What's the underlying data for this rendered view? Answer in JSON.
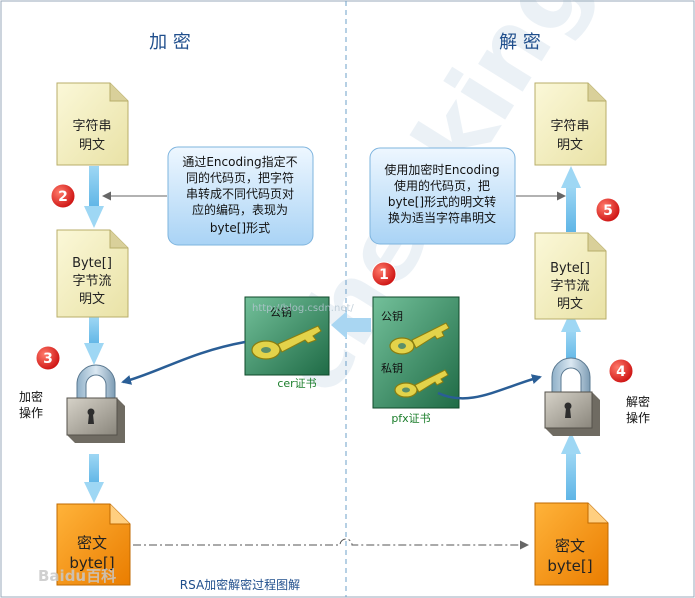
{
  "headings": {
    "encrypt": "加  密",
    "decrypt": "解  密"
  },
  "left_docs": {
    "plaintext": [
      "字符串",
      "明文"
    ],
    "bytes": [
      "Byte[]",
      "字节流",
      "明文"
    ]
  },
  "right_docs": {
    "plaintext": [
      "字符串",
      "明文"
    ],
    "bytes": [
      "Byte[]",
      "字节流",
      "明文"
    ]
  },
  "notes": {
    "encoding_left": [
      "通过Encoding指定不",
      "同的代码页，把字符",
      "串转成不同代码页对",
      "应的编码，表现为",
      "byte[]形式"
    ],
    "encoding_right": [
      "使用加密时Encoding",
      "使用的代码页，把",
      "byte[]形式的明文转",
      "换为适当字符串明文"
    ]
  },
  "steps": [
    "1",
    "2",
    "3",
    "4",
    "5"
  ],
  "certs": {
    "cer": {
      "label": "cer证书",
      "key": "公钥"
    },
    "pfx": {
      "label": "pfx证书",
      "public_key": "公钥",
      "private_key": "私钥"
    }
  },
  "operations": {
    "encrypt": [
      "加密",
      "操作"
    ],
    "decrypt": [
      "解密",
      "操作"
    ]
  },
  "cipher": {
    "left": [
      "密文",
      "byte[]"
    ],
    "right": [
      "密文",
      "byte[]"
    ]
  },
  "caption": "RSA加密解密过程图解",
  "watermark": {
    "logo": "Baidu百科",
    "url": "http://blog.csdn.net/",
    "diag": "chenking"
  }
}
